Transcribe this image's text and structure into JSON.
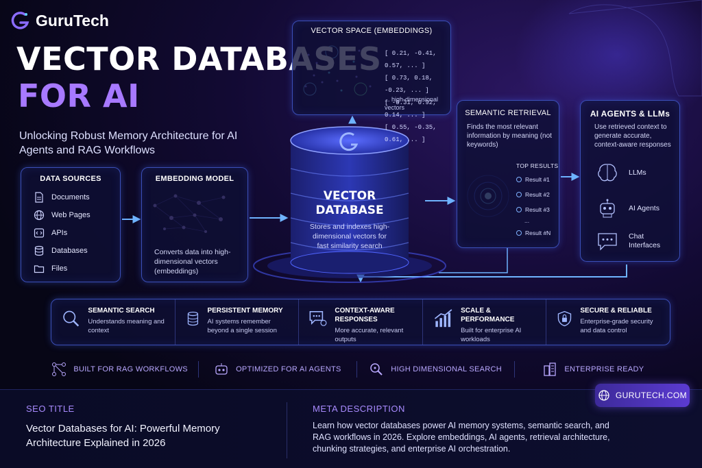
{
  "brand": {
    "name": "GuruTech",
    "accent": "#a779ff",
    "panel_border": "#3b4fb8"
  },
  "header": {
    "title_line1": "VECTOR DATABASES",
    "title_line2": "FOR AI",
    "subtitle": "Unlocking Robust Memory Architecture for AI Agents and RAG Workflows"
  },
  "data_sources": {
    "title": "DATA SOURCES",
    "items": [
      {
        "label": "Documents",
        "icon": "document-icon"
      },
      {
        "label": "Web Pages",
        "icon": "globe-icon"
      },
      {
        "label": "APIs",
        "icon": "code-icon"
      },
      {
        "label": "Databases",
        "icon": "database-icon"
      },
      {
        "label": "Files",
        "icon": "folder-icon"
      }
    ]
  },
  "embedding_model": {
    "title": "EMBEDDING MODEL",
    "description": "Converts data into high-dimensional vectors (embeddings)"
  },
  "vector_space": {
    "title": "VECTOR SPACE  (EMBEDDINGS)",
    "rows": [
      "[ 0.21, -0.41, 0.57, ... ]",
      "[ 0.73,  0.18, -0.23, ... ]",
      "[ -0.31, 0.92, 0.14, ... ]",
      "[ 0.55, -0.35, 0.61, ... ]"
    ],
    "note": "... high-dimensional vectors"
  },
  "vector_db": {
    "title_line1": "VECTOR",
    "title_line2": "DATABASE",
    "description": "Stores and indexes high-dimensional vectors for fast similarity search"
  },
  "semantic_retrieval": {
    "title": "SEMANTIC RETRIEVAL",
    "description": "Finds the most relevant information by meaning (not keywords)",
    "top_results_label": "TOP RESULTS",
    "results": [
      "Result #1",
      "Result #2",
      "Result #3",
      "...",
      "Result #N"
    ]
  },
  "ai_agents": {
    "title": "AI AGENTS & LLMs",
    "description": "Use retrieved context to generate accurate, context-aware responses",
    "items": [
      {
        "label": "LLMs",
        "icon": "brain-icon"
      },
      {
        "label": "AI Agents",
        "icon": "robot-icon"
      },
      {
        "label": "Chat Interfaces",
        "icon": "chat-icon"
      }
    ]
  },
  "features": [
    {
      "title": "SEMANTIC SEARCH",
      "description": "Understands meaning and context",
      "icon": "search-icon"
    },
    {
      "title": "PERSISTENT MEMORY",
      "description": "AI systems remember beyond a single session",
      "icon": "database-icon"
    },
    {
      "title": "CONTEXT-AWARE RESPONSES",
      "description": "More accurate, relevant outputs",
      "icon": "chat-icon"
    },
    {
      "title": "SCALE & PERFORMANCE",
      "description": "Built for enterprise AI workloads",
      "icon": "growth-chart-icon"
    },
    {
      "title": "SECURE & RELIABLE",
      "description": "Enterprise-grade security and data control",
      "icon": "shield-lock-icon"
    }
  ],
  "badges": [
    {
      "label": "BUILT FOR RAG WORKFLOWS",
      "icon": "workflow-icon"
    },
    {
      "label": "OPTIMIZED FOR AI AGENTS",
      "icon": "robot-icon"
    },
    {
      "label": "HIGH DIMENSIONAL SEARCH",
      "icon": "search-icon"
    },
    {
      "label": "ENTERPRISE READY",
      "icon": "building-icon"
    }
  ],
  "footer": {
    "seo_label": "SEO TITLE",
    "seo_value": "Vector Databases for AI: Powerful Memory Architecture Explained in 2026",
    "meta_label": "META DESCRIPTION",
    "meta_value": "Learn how vector databases power AI memory systems, semantic search, and RAG workflows in 2026. Explore embeddings, AI agents, retrieval architecture, chunking strategies, and enterprise AI orchestration.",
    "site_button": "GURUTECH.COM"
  }
}
